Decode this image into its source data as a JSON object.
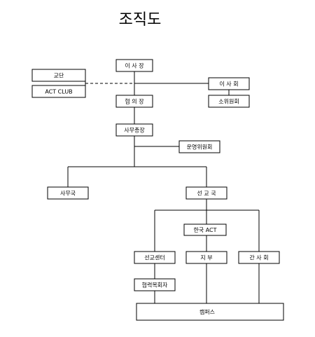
{
  "title": "조직도",
  "nodes": {
    "chairman": "이 사 장",
    "board": "이 사 회",
    "subcommittee": "소위원회",
    "church": "교단",
    "act_club": "ACT CLUB",
    "president": "협 의 장",
    "secretary_general": "사무총장",
    "steering_committee": "운영위원회",
    "secretariat": "사무국",
    "mission_bureau": "선 교 국",
    "korea_act": "한국 ACT",
    "mission_center": "선교센터",
    "branch": "지 부",
    "board_of_trustees": "간 사 회",
    "chaplain": "협력목회자",
    "campus": "캠퍼스"
  }
}
